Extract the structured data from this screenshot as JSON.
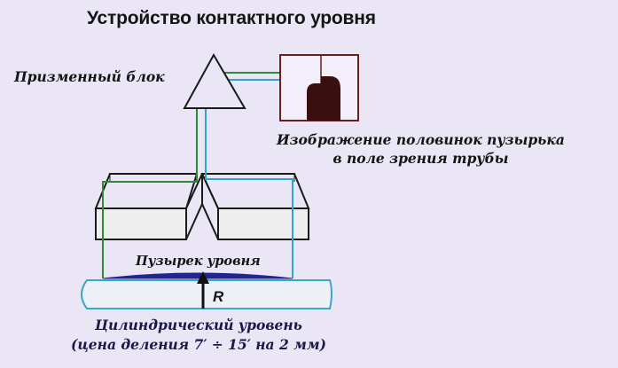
{
  "title": "Устройство контактного уровня",
  "labels": {
    "prism_block": "Призменный блок",
    "image_line1": "Изображение половинок пузырька",
    "image_line2": "в поле зрения трубы",
    "bubble": "Пузырек уровня",
    "radius": "R",
    "level_line1": "Цилиндрический уровень",
    "level_line2": "(цена деления 7′ ÷ 15′ на 2 мм)"
  },
  "colors": {
    "background": "#eae6f6",
    "outline": "#1a1a1a",
    "green_ray": "#2e8b3a",
    "cyan_ray": "#2aa7c9",
    "bubble": "#23258f",
    "bubble_image": "#3a0f0f",
    "image_frame": "#6a1e1e",
    "vial": "#3aa7c9"
  },
  "icons": {
    "prism": "triangle-prism-icon",
    "arrow": "up-arrow-icon"
  }
}
